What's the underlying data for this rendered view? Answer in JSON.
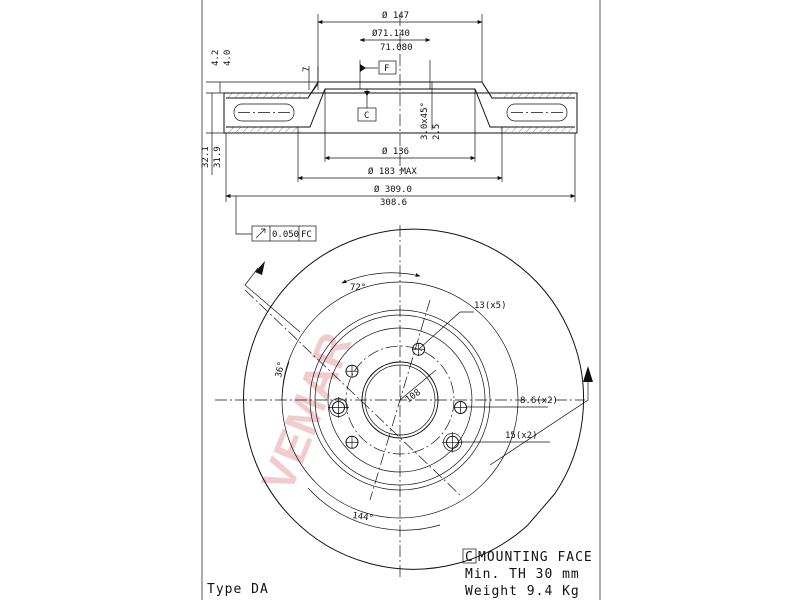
{
  "watermark": "VEMAR",
  "dimensions": {
    "d147": "Ø 147",
    "d71140": "Ø71.140",
    "d71080": "71.080",
    "datum_f": "F",
    "datum_c": "C",
    "h42": "4.2",
    "h40": "4.0",
    "h7": "7",
    "h321": "32.1",
    "h319": "31.9",
    "chamfer": "3.0x45°",
    "h25": "2.5",
    "d136": "Ø 136",
    "d183": "Ø 183 MAX",
    "d3090": "Ø 309.0",
    "d3086": "308.6",
    "runout_value": "0.050",
    "runout_ref": "FC"
  },
  "front_view": {
    "angle72": "72°",
    "angle36": "36°",
    "angle144": "144°",
    "bolt_holes": "13(x5)",
    "pcd": "108",
    "hole_86": "8.6(x2)",
    "hole_15": "15(x2)"
  },
  "info": {
    "mounting_marker": "C",
    "mounting_face": "MOUNTING FACE",
    "min_th": "Min. TH 30 mm",
    "weight": "Weight 9.4 Kg",
    "type": "Type DA"
  }
}
